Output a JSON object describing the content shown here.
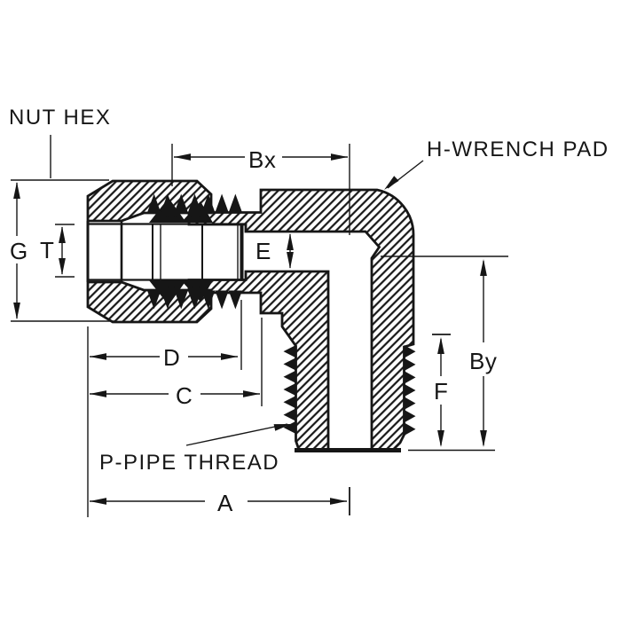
{
  "diagram": {
    "callouts": {
      "nut_hex": "NUT HEX",
      "wrench_pad": "H-WRENCH PAD",
      "pipe_thread": "P-PIPE THREAD"
    },
    "dimensions": {
      "g": "G",
      "t": "T",
      "bx": "Bx",
      "e": "E",
      "d": "D",
      "c": "C",
      "a": "A",
      "by": "By",
      "f": "F"
    },
    "colors": {
      "ink": "#161616",
      "paper": "#ffffff"
    }
  }
}
